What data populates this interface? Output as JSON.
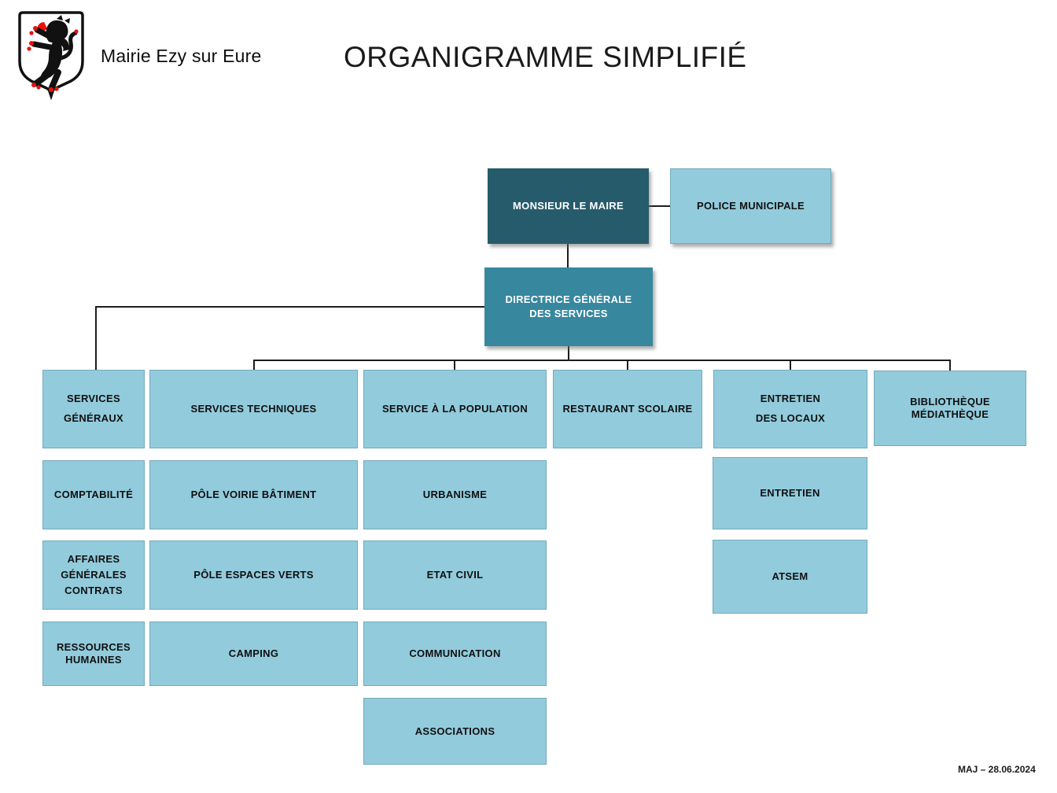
{
  "header": {
    "org_name": "Mairie Ezy sur Eure",
    "title": "ORGANIGRAMME SIMPLIFIÉ",
    "logo": "coat-of-arms-black-lion-rampant-red-claws-on-white-shield"
  },
  "footer": {
    "updated": "MAJ – 28.06.2024"
  },
  "colors": {
    "mayor_box": "#265b6b",
    "director_box": "#37879f",
    "service_box": "#92cbdc",
    "connector": "#1c1c1c",
    "logo_red": "#e8130d",
    "logo_black": "#111111"
  },
  "org": {
    "mayor": {
      "label": "MONSIEUR LE MAIRE"
    },
    "police": {
      "label": "POLICE MUNICIPALE"
    },
    "general_director": {
      "label": "DIRECTRICE GÉNÉRALE\nDES SERVICES"
    },
    "departments": [
      {
        "label": "SERVICES\nGÉNÉRAUX",
        "children": [
          {
            "label": "COMPTABILITÉ"
          },
          {
            "label": "AFFAIRES\nGÉNÉRALES\nCONTRATS"
          },
          {
            "label": "RESSOURCES\nHUMAINES"
          }
        ]
      },
      {
        "label": "SERVICES TECHNIQUES",
        "children": [
          {
            "label": "PÔLE VOIRIE BÂTIMENT"
          },
          {
            "label": "PÔLE ESPACES VERTS"
          },
          {
            "label": "CAMPING"
          }
        ]
      },
      {
        "label": "SERVICE À LA POPULATION",
        "children": [
          {
            "label": "URBANISME"
          },
          {
            "label": "ETAT CIVIL"
          },
          {
            "label": "COMMUNICATION"
          },
          {
            "label": "ASSOCIATIONS"
          }
        ]
      },
      {
        "label": "RESTAURANT SCOLAIRE",
        "children": []
      },
      {
        "label": "ENTRETIEN\nDES LOCAUX",
        "children": [
          {
            "label": "ENTRETIEN"
          },
          {
            "label": "ATSEM"
          }
        ]
      },
      {
        "label": "BIBLIOTHÈQUE\nMÉDIATHÈQUE",
        "children": []
      }
    ]
  }
}
